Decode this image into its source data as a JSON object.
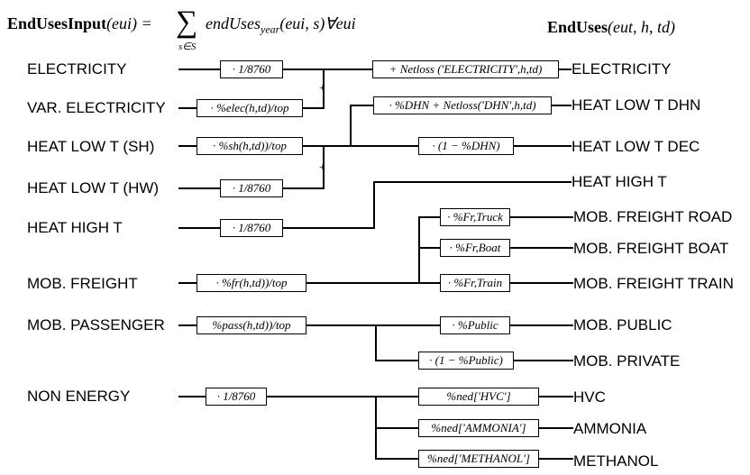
{
  "header": {
    "left_bold": "EndUsesInput",
    "left_var": "(eui) =",
    "sigma": "∑",
    "sigma_sub": "s∈S",
    "sum_expr": "endUses",
    "sum_sub": "year",
    "sum_args": "(eui, s)∀eui",
    "right_bold": "EndUses",
    "right_args": "(eut, h, td)"
  },
  "inputs": [
    "ELECTRICITY",
    "VAR. ELECTRICITY",
    "HEAT LOW T (SH)",
    "HEAT LOW T (HW)",
    "HEAT HIGH T",
    "MOB. FREIGHT",
    "MOB. PASSENGER",
    "NON ENERGY"
  ],
  "outputs": [
    "ELECTRICITY",
    "HEAT LOW T DHN",
    "HEAT LOW T DEC",
    "HEAT HIGH T",
    "MOB. FREIGHT ROAD",
    "MOB. FREIGHT BOAT",
    "MOB. FREIGHT TRAIN",
    "MOB. PUBLIC",
    "MOB. PRIVATE",
    "HVC",
    "AMMONIA",
    "METHANOL"
  ],
  "boxes": {
    "elec_in": "· 1/8760",
    "var_elec": "· %elec(h,td)/top",
    "sh": "· %sh(h,td))/top",
    "hw": "· 1/8760",
    "hh": "· 1/8760",
    "fr": "· %fr(h,td))/top",
    "pass": "%pass(h,td))/top",
    "ne": "· 1/8760",
    "net_loss": "+ Netloss ('ELECTRICITY',h,td)",
    "dhn": "· %DHN + Netloss('DHN',h,td)",
    "dec": "· (1 − %DHN)",
    "truck": "· %Fr,Truck",
    "boat": "· %Fr,Boat",
    "train": "· %Fr,Train",
    "public": "· %Public",
    "private": "· (1 − %Public)",
    "hvc": "%ned['HVC']",
    "ammonia": "%ned['AMMONIA']",
    "methanol": "%ned['METHANOL']"
  },
  "plus_signs": [
    "+",
    "+"
  ]
}
